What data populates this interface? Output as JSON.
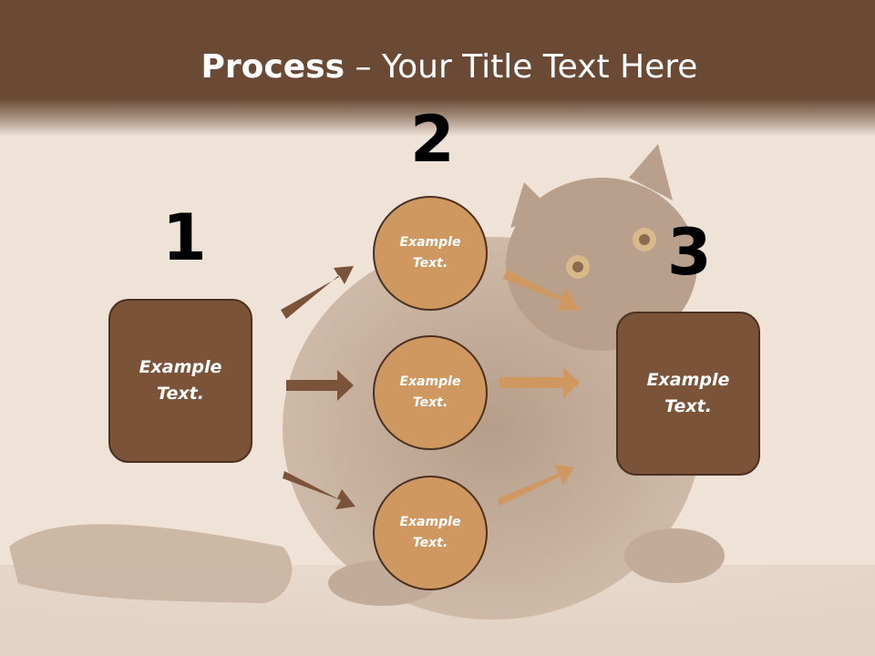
{
  "title": {
    "bold": "Process",
    "separator": " – ",
    "rest": "Your Title Text Here"
  },
  "steps": {
    "one": {
      "number": "1",
      "text": "Example Text."
    },
    "two": {
      "number": "2"
    },
    "three": {
      "number": "3",
      "text": "Example Text."
    }
  },
  "circles": [
    {
      "text": "Example Text."
    },
    {
      "text": "Example Text."
    },
    {
      "text": "Example Text."
    }
  ],
  "colors": {
    "header": "#6b4a35",
    "box": "#7a5339",
    "circle": "#cf9861",
    "arrow_left": "#7a5339",
    "arrow_right": "#cf9861",
    "background": "#efe3d8"
  }
}
